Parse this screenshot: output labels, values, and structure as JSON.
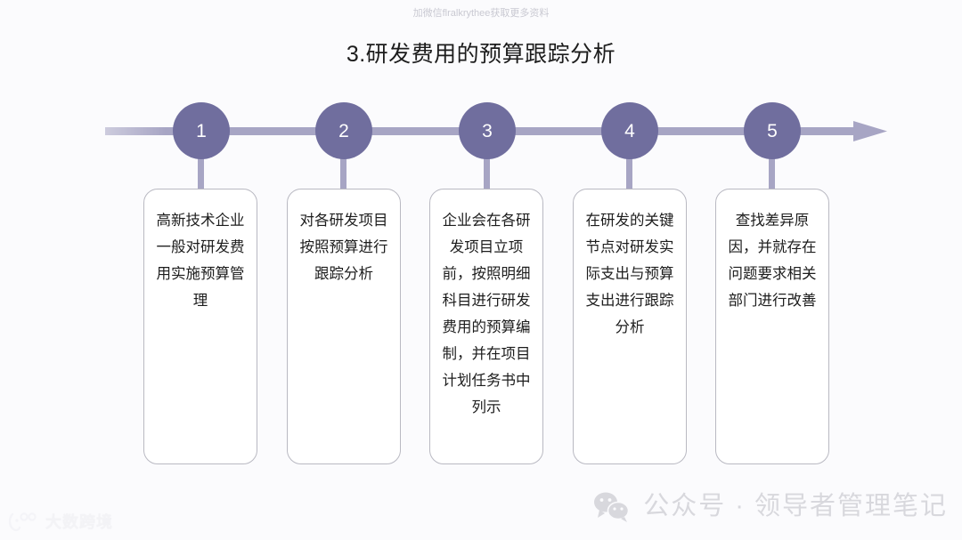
{
  "slide": {
    "promo_text": "加微信flralkrythee获取更多资料",
    "title": "3.研发费用的预算跟踪分析",
    "background_color": "#fbfbfd",
    "accent_color": "#706e9e",
    "axis_color": "#a7a5c4",
    "card_border_color": "#b9b9c2",
    "text_color": "#1d1d1d"
  },
  "timeline": {
    "arrow_label": "timeline-arrow",
    "steps": [
      {
        "number": "1",
        "text": "高新技术企业一般对研发费用实施预算管理"
      },
      {
        "number": "2",
        "text": "对各研发项目按照预算进行跟踪分析"
      },
      {
        "number": "3",
        "text": "企业会在各研发项目立项前，按照明细科目进行研发费用的预算编制，并在项目计划任务书中列示"
      },
      {
        "number": "4",
        "text": "在研发的关键节点对研发实际支出与预算支出进行跟踪分析"
      },
      {
        "number": "5",
        "text": "查找差异原因，并就存在问题要求相关部门进行改善"
      }
    ]
  },
  "watermarks": {
    "brand_logo_text": "大数跨境",
    "wechat_text": "公众号 · 领导者管理笔记",
    "wechat_icon_name": "wechat-icon"
  }
}
